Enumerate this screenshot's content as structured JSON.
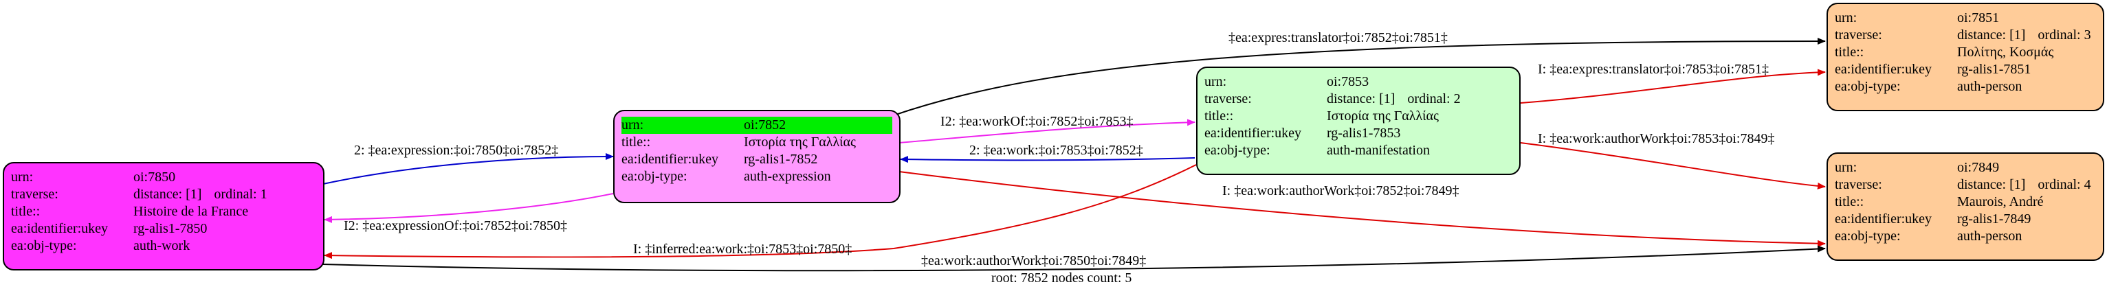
{
  "colors": {
    "work": "#ff33ff",
    "expression": "#ff99ff",
    "manifestation": "#ccffcc",
    "person": "#ffcc99",
    "highlight": "#00ee00",
    "edge_black": "#000000",
    "edge_blue": "#0000cc",
    "edge_magenta": "#ee22ee",
    "edge_red": "#dd0000"
  },
  "nodes": {
    "n7850": {
      "urn_key": "urn:",
      "urn": "oi:7850",
      "traverse_key": "traverse:",
      "distance": "distance: [1]",
      "ordinal": "ordinal: 1",
      "title_key": "title::",
      "title": "Histoire de la France",
      "ukey_key": "ea:identifier:ukey",
      "ukey": "rg-alis1-7850",
      "type_key": "ea:obj-type:",
      "type": "auth-work"
    },
    "n7852": {
      "urn_key": "urn:",
      "urn": "oi:7852",
      "title_key": "title::",
      "title": "Ιστορία της Γαλλίας",
      "ukey_key": "ea:identifier:ukey",
      "ukey": "rg-alis1-7852",
      "type_key": "ea:obj-type:",
      "type": "auth-expression"
    },
    "n7853": {
      "urn_key": "urn:",
      "urn": "oi:7853",
      "traverse_key": "traverse:",
      "distance": "distance: [1]",
      "ordinal": "ordinal: 2",
      "title_key": "title::",
      "title": "Ιστορία της Γαλλίας",
      "ukey_key": "ea:identifier:ukey",
      "ukey": "rg-alis1-7853",
      "type_key": "ea:obj-type:",
      "type": "auth-manifestation"
    },
    "n7851": {
      "urn_key": "urn:",
      "urn": "oi:7851",
      "traverse_key": "traverse:",
      "distance": "distance: [1]",
      "ordinal": "ordinal: 3",
      "title_key": "title::",
      "title": "Πολίτης, Κοσμάς",
      "ukey_key": "ea:identifier:ukey",
      "ukey": "rg-alis1-7851",
      "type_key": "ea:obj-type:",
      "type": "auth-person"
    },
    "n7849": {
      "urn_key": "urn:",
      "urn": "oi:7849",
      "traverse_key": "traverse:",
      "distance": "distance: [1]",
      "ordinal": "ordinal: 4",
      "title_key": "title::",
      "title": "Maurois, André",
      "ukey_key": "ea:identifier:ukey",
      "ukey": "rg-alis1-7849",
      "type_key": "ea:obj-type:",
      "type": "auth-person"
    }
  },
  "edges": {
    "e1": "2: ‡ea:expression:‡oi:7850‡oi:7852‡",
    "e2": "I2: ‡ea:expressionOf:‡oi:7852‡oi:7850‡",
    "e3": "I2: ‡ea:workOf:‡oi:7852‡oi:7853‡",
    "e4": "2: ‡ea:work:‡oi:7853‡oi:7852‡",
    "e5": "‡ea:expres:translator‡oi:7852‡oi:7851‡",
    "e6": "I: ‡ea:expres:translator‡oi:7853‡oi:7851‡",
    "e7": "I: ‡ea:work:authorWork‡oi:7853‡oi:7849‡",
    "e8": "I: ‡ea:work:authorWork‡oi:7852‡oi:7849‡",
    "e9": "I: ‡inferred:ea:work:‡oi:7853‡oi:7850‡",
    "e10": "‡ea:work:authorWork‡oi:7850‡oi:7849‡"
  },
  "footer": "root: 7852 nodes count: 5"
}
